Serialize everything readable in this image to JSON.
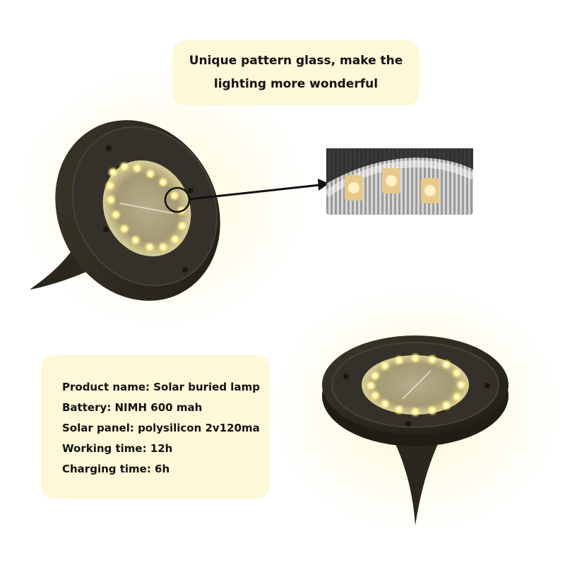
{
  "headline": {
    "line1": "Unique pattern glass, make the",
    "line2": "lighting more wonderful"
  },
  "specs": [
    "Product name: Solar buried lamp",
    "Battery: NIMH 600 mah",
    "Solar panel: polysilicon 2v120ma",
    "Working time: 12h",
    "Charging time: 6h"
  ],
  "colors": {
    "background": "#ffffff",
    "callout_bg": "#fdf8d8",
    "lamp_body": "#2f2c22",
    "led_glow": "#ffd84a",
    "arrow": "#111111"
  },
  "icons": [
    "solar-buried-lamp",
    "led-closeup-zoom",
    "pointer-arrow"
  ]
}
